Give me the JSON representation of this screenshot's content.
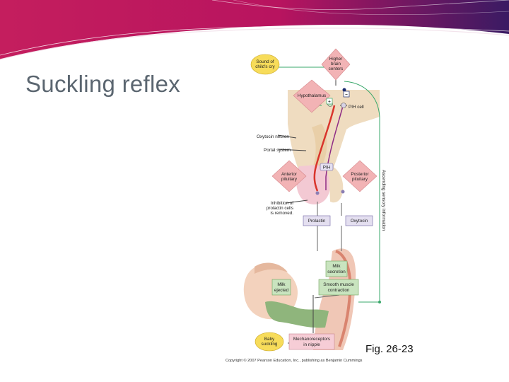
{
  "slide": {
    "title": "Suckling reflex"
  },
  "figure": {
    "labels": {
      "sound": [
        "Sound of",
        "child's cry"
      ],
      "higher_brain": [
        "Higher",
        "brain",
        "centers"
      ],
      "hypothalamus": "Hypothalamus",
      "pih_cell": "PIH cell",
      "oxytocin_neuron": "Oxytocin neuron",
      "portal_system": "Portal system",
      "pih": "PIH",
      "anterior_pituitary": [
        "Anterior",
        "pituitary"
      ],
      "posterior_pituitary": [
        "Posterior",
        "pituitary"
      ],
      "inhibition": [
        "Inhibition of",
        "prolactin cells",
        "is removed."
      ],
      "prolactin": "Prolactin",
      "oxytocin": "Oxytocin",
      "ascending": "Ascending sensory information",
      "milk_secretion": [
        "Milk",
        "secretion"
      ],
      "milk_ejected": [
        "Milk",
        "ejected"
      ],
      "smooth_muscle": [
        "Smooth muscle",
        "contraction"
      ],
      "baby_suckling": [
        "Baby",
        "suckling"
      ],
      "mechanoreceptors": [
        "Mechanoreceptors",
        "in nipple"
      ],
      "plus": "+",
      "minus": "−"
    },
    "fig_number": "Fig. 26-23",
    "copyright": "Copyright © 2007 Pearson Education, Inc., publishing as Benjamin Cummings"
  },
  "colors": {
    "banner_magenta": "#b5145e",
    "banner_navy": "#2a1a5e",
    "yellow_box": "#f7dc5a",
    "pink_diamond": "#f2b3b5",
    "green_box": "#c9e4bf",
    "pink_box": "#f6cdd6",
    "tissue": "#ecd8bf",
    "green_line": "#3aa86b",
    "red_neuron": "#d9342b"
  }
}
